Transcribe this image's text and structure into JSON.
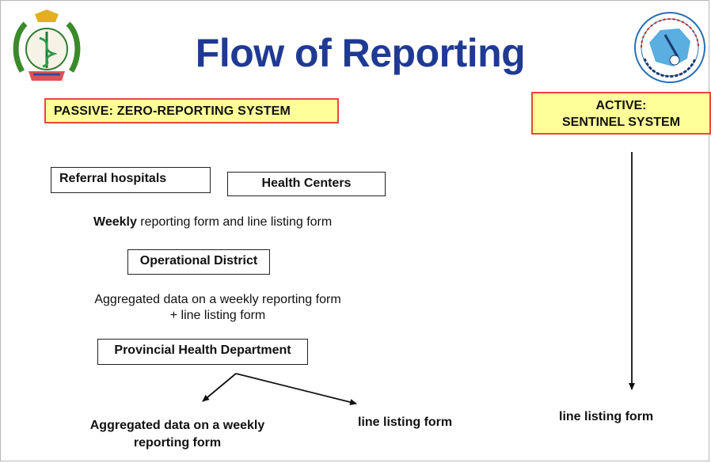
{
  "title": "Flow of Reporting",
  "passive": {
    "label": "PASSIVE:  ZERO-REPORTING SYSTEM"
  },
  "active": {
    "line1": "ACTIVE:",
    "line2": "SENTINEL SYSTEM"
  },
  "nodes": {
    "referral": "Referral hospitals",
    "health_centers": "Health Centers",
    "operational_district": "Operational District",
    "provincial": "Provincial Health Department"
  },
  "labels": {
    "weekly_bold": "Weekly",
    "weekly_rest": " reporting form and line listing form",
    "aggregated_line1": "Aggregated data on a weekly reporting form",
    "aggregated_line2": "+ line listing form",
    "output_left_line1": "Aggregated data on a weekly",
    "output_left_line2": "reporting form",
    "output_mid": "line listing form",
    "output_right": "line listing form"
  },
  "colors": {
    "title": "#1f3a93",
    "highlight_fill": "#ffff99",
    "highlight_border": "#e8473a"
  },
  "icons": {
    "left_logo": "ministry-of-health-emblem",
    "right_logo": "cambodia-map-seal"
  }
}
